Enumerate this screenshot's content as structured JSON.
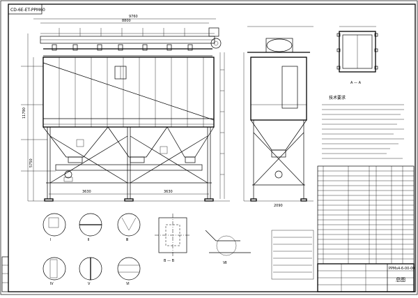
{
  "sheet": {
    "corner_code": "CD-6E-ET-PPM60",
    "drawing_code": "PPMs4-6-00-00",
    "drawing_name": "总图",
    "tech_requirements_title": "技术要求",
    "section_a_label": "A — A",
    "section_b_label": "B — B",
    "detail_labels": [
      "Ⅰ",
      "Ⅱ",
      "Ⅲ",
      "Ⅳ",
      "Ⅴ",
      "Ⅵ",
      "Ⅶ"
    ],
    "dimensions": {
      "top_span": "9760",
      "main_length": "8800",
      "height_total": "11790",
      "mid_height": "5750",
      "bottom_span_1": "3630",
      "bottom_span_2": "3630",
      "width_side": "2090"
    }
  }
}
